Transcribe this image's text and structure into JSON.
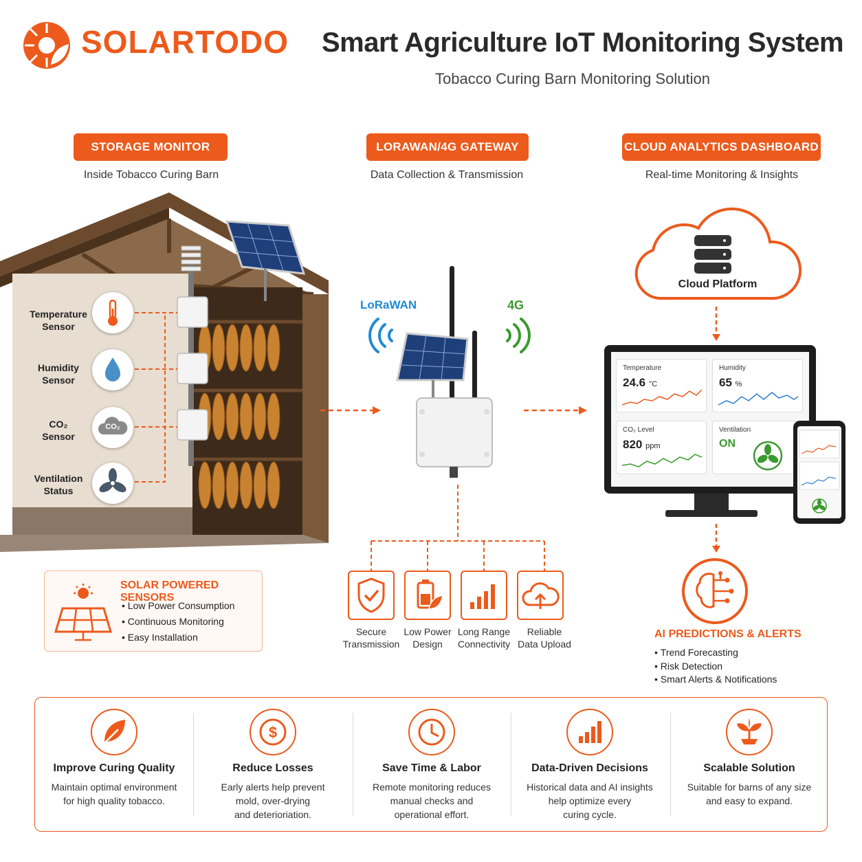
{
  "header": {
    "brand": "SOLARTODO",
    "title": "Smart Agriculture IoT Monitoring System",
    "subtitle": "Tobacco Curing Barn Monitoring Solution"
  },
  "sections": [
    {
      "label": "STORAGE MONITOR",
      "sub": "Inside Tobacco Curing Barn"
    },
    {
      "label": "LORAWAN/4G GATEWAY",
      "sub": "Data Collection & Transmission"
    },
    {
      "label": "CLOUD ANALYTICS DASHBOARD",
      "sub": "Real-time Monitoring & Insights"
    }
  ],
  "sensors": [
    {
      "line1": "Temperature",
      "line2": "Sensor",
      "icon": "thermometer-icon"
    },
    {
      "line1": "Humidity",
      "line2": "Sensor",
      "icon": "water-drop-icon"
    },
    {
      "line1": "CO₂",
      "line2": "Sensor",
      "icon": "co2-cloud-icon",
      "badge": "CO₂"
    },
    {
      "line1": "Ventilation",
      "line2": "Status",
      "icon": "fan-icon"
    }
  ],
  "solar_box": {
    "title": "SOLAR  POWERED SENSORS",
    "items": [
      "Low Power Consumption",
      "Continuous Monitoring",
      "Easy Installation"
    ]
  },
  "gateway": {
    "left_label": "LoRaWAN",
    "right_label": "4G",
    "features": [
      {
        "line1": "Secure",
        "line2": "Transmission",
        "icon": "shield-check-icon"
      },
      {
        "line1": "Low Power",
        "line2": "Design",
        "icon": "battery-leaf-icon"
      },
      {
        "line1": "Long Range",
        "line2": "Connectivity",
        "icon": "signal-bars-icon"
      },
      {
        "line1": "Reliable",
        "line2": "Data Upload",
        "icon": "cloud-upload-icon"
      }
    ]
  },
  "cloud": {
    "label": "Cloud Platform"
  },
  "dashboard": {
    "tiles": [
      {
        "label": "Temperature",
        "value": "24.6",
        "unit": "°C"
      },
      {
        "label": "Humidity",
        "value": "65",
        "unit": "%"
      },
      {
        "label": "CO₂ Level",
        "value": "820",
        "unit": "ppm"
      },
      {
        "label": "Ventilation",
        "value": "ON",
        "unit": ""
      }
    ]
  },
  "ai": {
    "title": "AI PREDICTIONS & ALERTS",
    "items": [
      "Trend Forecasting",
      "Risk Detection",
      "Smart Alerts & Notifications"
    ]
  },
  "benefits": [
    {
      "title": "Improve Curing Quality",
      "desc1": "Maintain optimal environment",
      "desc2": "for high quality tobacco.",
      "desc3": "",
      "icon": "leaf-icon"
    },
    {
      "title": "Reduce Losses",
      "desc1": "Early alerts help prevent",
      "desc2": "mold, over-drying",
      "desc3": "and deterioriation.",
      "icon": "dollar-icon"
    },
    {
      "title": "Save Time & Labor",
      "desc1": "Remote monitoring reduces",
      "desc2": "manual checks and",
      "desc3": "operational effort.",
      "icon": "clock-icon"
    },
    {
      "title": "Data-Driven Decisions",
      "desc1": "Historical data and AI insights",
      "desc2": "help optimize every",
      "desc3": "curing cycle.",
      "icon": "bar-chart-icon"
    },
    {
      "title": "Scalable Solution",
      "desc1": "Suitable for barns of any size",
      "desc2": "and easy to expand.",
      "desc3": "",
      "icon": "sprout-icon"
    }
  ],
  "colors": {
    "accent": "#ec5a1c",
    "lorawan": "#1f8ad6",
    "fourg": "#3a9a2e"
  }
}
